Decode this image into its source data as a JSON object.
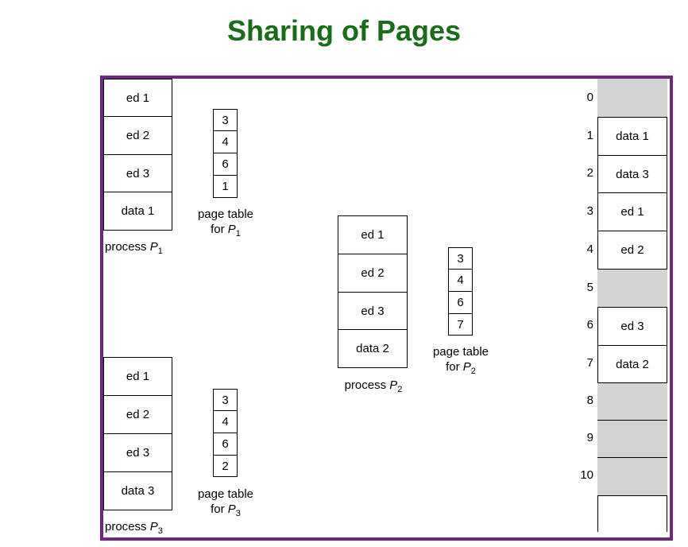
{
  "title": "Sharing of Pages",
  "process_p1": {
    "pages": [
      "ed 1",
      "ed 2",
      "ed 3",
      "data 1"
    ],
    "label_prefix": "process ",
    "label_var": "P",
    "label_sub": "1"
  },
  "page_table_p1": {
    "entries": [
      "3",
      "4",
      "6",
      "1"
    ],
    "caption_line1": "page table",
    "caption_prefix": "for ",
    "caption_var": "P",
    "caption_sub": "1"
  },
  "process_p2": {
    "pages": [
      "ed 1",
      "ed 2",
      "ed 3",
      "data 2"
    ],
    "label_prefix": "process ",
    "label_var": "P",
    "label_sub": "2"
  },
  "page_table_p2": {
    "entries": [
      "3",
      "4",
      "6",
      "7"
    ],
    "caption_line1": "page table",
    "caption_prefix": "for ",
    "caption_var": "P",
    "caption_sub": "2"
  },
  "process_p3": {
    "pages": [
      "ed 1",
      "ed 2",
      "ed 3",
      "data 3"
    ],
    "label_prefix": "process ",
    "label_var": "P",
    "label_sub": "3"
  },
  "page_table_p3": {
    "entries": [
      "3",
      "4",
      "6",
      "2"
    ],
    "caption_line1": "page table",
    "caption_prefix": "for ",
    "caption_var": "P",
    "caption_sub": "3"
  },
  "physical_memory": {
    "frame_numbers": [
      "0",
      "1",
      "2",
      "3",
      "4",
      "5",
      "6",
      "7",
      "8",
      "9",
      "10"
    ],
    "frames": [
      "",
      "data 1",
      "data 3",
      "ed 1",
      "ed 2",
      "",
      "ed 3",
      "data 2",
      "",
      "",
      ""
    ],
    "free_fill": "#d3d3d3"
  },
  "colors": {
    "title": "#1a6b1a",
    "frame_border": "#6a2b7a"
  }
}
